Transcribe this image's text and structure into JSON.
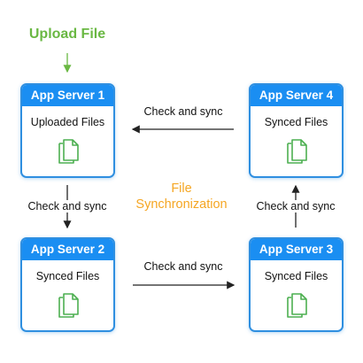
{
  "upload": {
    "title": "Upload File"
  },
  "center": {
    "title_line1": "File",
    "title_line2": "Synchronization"
  },
  "servers": [
    {
      "name": "App Server 1",
      "label": "Uploaded Files"
    },
    {
      "name": "App Server 2",
      "label": "Synced Files"
    },
    {
      "name": "App Server 3",
      "label": "Synced Files"
    },
    {
      "name": "App Server 4",
      "label": "Synced Files"
    }
  ],
  "edges": {
    "s1_to_s2": "Check and sync",
    "s2_to_s3": "Check and sync",
    "s3_to_s4": "Check and sync",
    "s4_to_s1": "Check and sync"
  },
  "colors": {
    "server_blue": "#1a8ef2",
    "upload_green": "#6ab843",
    "sync_orange": "#f5a623",
    "file_icon_green": "#4caf50"
  },
  "icons": {
    "file": "copy-files-icon",
    "arrow": "arrow-icon"
  }
}
